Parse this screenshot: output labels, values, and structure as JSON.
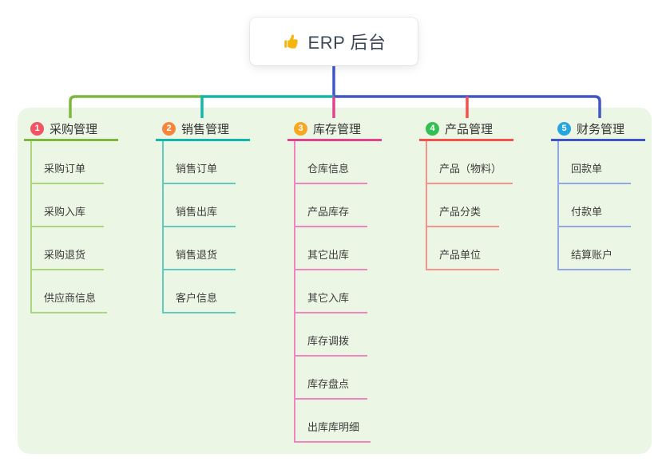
{
  "root": {
    "label": "ERP 后台",
    "icon": "thumbs-up-icon"
  },
  "palette": {
    "canvas_bg": "#ffffff",
    "panel_bg": "#ecf6e4",
    "root_line": "#4156c8",
    "thumb_icon": "#f6b40d",
    "header_text": "#333333",
    "leaf_text": "#3c3c3c"
  },
  "branches": [
    {
      "index": "1",
      "label": "采购管理",
      "badge_color": "#f25463",
      "line_color": "#7cb83e",
      "sub_line_color": "#abd57e",
      "items": [
        "采购订单",
        "采购入库",
        "采购退货",
        "供应商信息"
      ]
    },
    {
      "index": "2",
      "label": "销售管理",
      "badge_color": "#f6863b",
      "line_color": "#12b7ab",
      "sub_line_color": "#63cac0",
      "items": [
        "销售订单",
        "销售出库",
        "销售退货",
        "客户信息"
      ]
    },
    {
      "index": "3",
      "label": "库存管理",
      "badge_color": "#f7a823",
      "line_color": "#e2438f",
      "sub_line_color": "#f285bd",
      "items": [
        "仓库信息",
        "产品库存",
        "其它出库",
        "其它入库",
        "库存调拨",
        "库存盘点",
        "出库库明细"
      ]
    },
    {
      "index": "4",
      "label": "产品管理",
      "badge_color": "#33bf54",
      "line_color": "#f6504b",
      "sub_line_color": "#f9918d",
      "items": [
        "产品（物料）",
        "产品分类",
        "产品单位"
      ]
    },
    {
      "index": "5",
      "label": "财务管理",
      "badge_color": "#27a6de",
      "line_color": "#3d55c6",
      "sub_line_color": "#93a7e4",
      "items": [
        "回款单",
        "付款单",
        "结算账户"
      ]
    }
  ]
}
